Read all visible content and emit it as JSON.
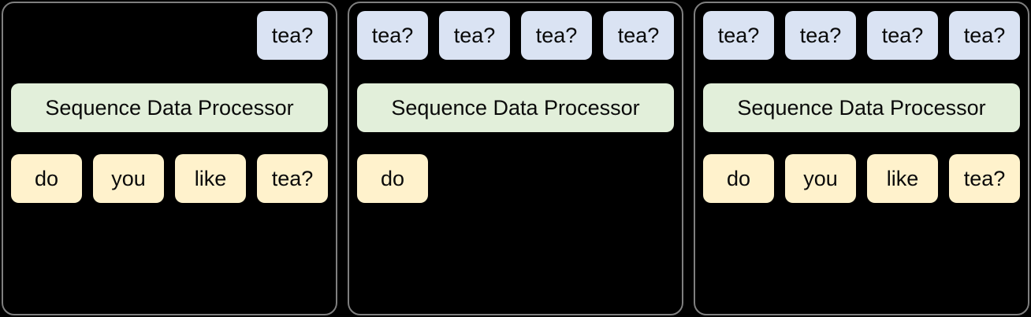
{
  "colors": {
    "background": "#000000",
    "panel_border": "#7f7f7f",
    "output_token": "#dae3f3",
    "processor": "#e2efda",
    "input_token": "#fff2cc",
    "token_text": "#0a0a0a"
  },
  "panels": [
    {
      "id": "panel-1",
      "processor_label": "Sequence Data Processor",
      "output_tokens": [
        {
          "label": "tea?",
          "column": 4
        }
      ],
      "input_tokens": [
        {
          "label": "do",
          "column": 1
        },
        {
          "label": "you",
          "column": 2
        },
        {
          "label": "like",
          "column": 3
        },
        {
          "label": "tea?",
          "column": 4
        }
      ]
    },
    {
      "id": "panel-2",
      "processor_label": "Sequence Data Processor",
      "output_tokens": [
        {
          "label": "tea?",
          "column": 1
        },
        {
          "label": "tea?",
          "column": 2
        },
        {
          "label": "tea?",
          "column": 3
        },
        {
          "label": "tea?",
          "column": 4
        }
      ],
      "input_tokens": [
        {
          "label": "do",
          "column": 1
        }
      ]
    },
    {
      "id": "panel-3",
      "processor_label": "Sequence Data Processor",
      "output_tokens": [
        {
          "label": "tea?",
          "column": 1
        },
        {
          "label": "tea?",
          "column": 2
        },
        {
          "label": "tea?",
          "column": 3
        },
        {
          "label": "tea?",
          "column": 4
        }
      ],
      "input_tokens": [
        {
          "label": "do",
          "column": 1
        },
        {
          "label": "you",
          "column": 2
        },
        {
          "label": "like",
          "column": 3
        },
        {
          "label": "tea?",
          "column": 4
        }
      ]
    }
  ]
}
